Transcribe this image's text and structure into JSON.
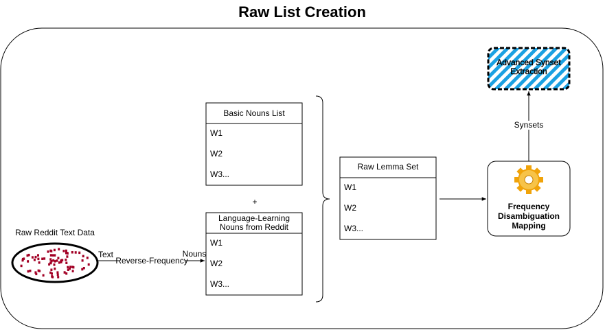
{
  "title": "Raw List Creation",
  "source": {
    "label": "Raw Reddit Text Data"
  },
  "edge_labels": {
    "text": "Text",
    "reverse_frequency": "Reverse-Frequency",
    "nouns": "Nouns",
    "synsets": "Synsets"
  },
  "basic_nouns_list": {
    "header": "Basic Nouns List",
    "items": [
      "W1",
      "W2",
      "W3..."
    ]
  },
  "operator": "+",
  "reddit_nouns_list": {
    "header_line1": "Language-Learning",
    "header_line2": "Nouns from Reddit",
    "items": [
      "W1",
      "W2",
      "W3..."
    ]
  },
  "raw_lemma_set": {
    "header": "Raw Lemma Set",
    "items": [
      "W1",
      "W2",
      "W3..."
    ]
  },
  "mapping_process": {
    "icon": "gear-icon",
    "line1": "Frequency",
    "line2": "Disambiguation",
    "line3": "Mapping"
  },
  "advanced_node": {
    "line1": "Advanced Synset",
    "line2": "Extraction",
    "fill_color": "#1ba1e2"
  },
  "colors": {
    "dot_color": "#a20025",
    "stroke": "#000000"
  }
}
